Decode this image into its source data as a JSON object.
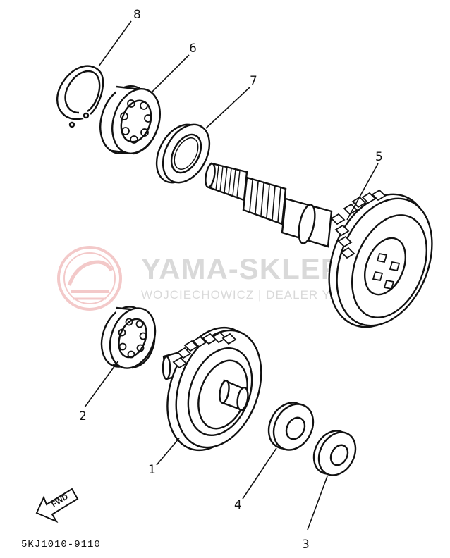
{
  "diagram": {
    "callouts": {
      "part_1": "1",
      "part_2": "2",
      "part_3": "3",
      "part_4": "4",
      "part_5": "5",
      "part_6": "6",
      "part_7": "7",
      "part_8": "8"
    },
    "fwd_label": "FWD",
    "reference_code": "5KJ1010-9110"
  },
  "watermark": {
    "title": "YAMA-SKLEP",
    "subtitle": "WOJCIECHOWICZ | DEALER YAMAHA",
    "color": "#d9d9d9",
    "logo_color": "#f3c9c9"
  }
}
